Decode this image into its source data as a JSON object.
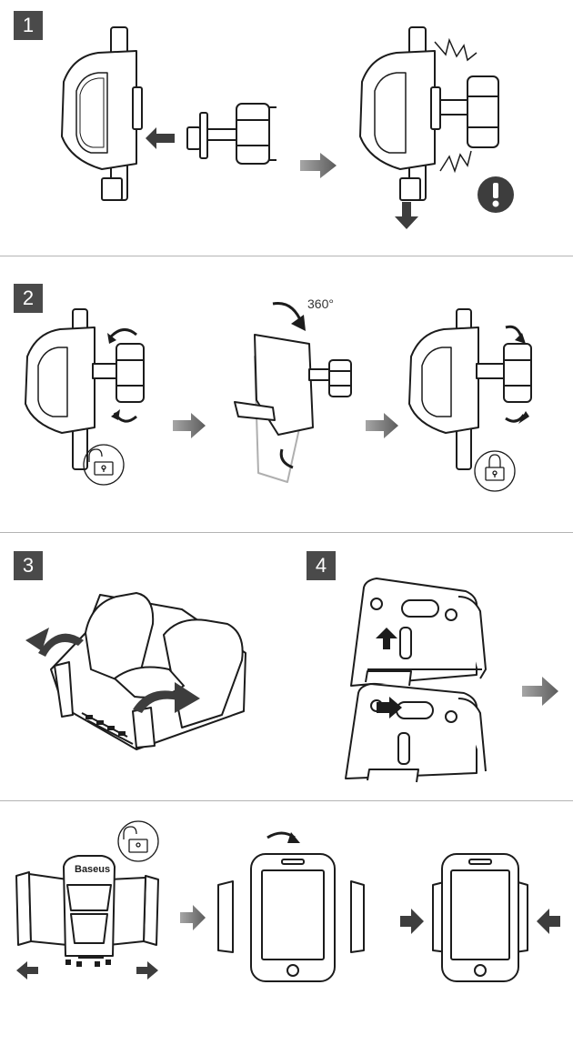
{
  "steps": {
    "s1": "1",
    "s2": "2",
    "s3": "3",
    "s4": "4"
  },
  "rotation_label": "360°",
  "brand_label": "Baseus",
  "warning_symbol": "!",
  "colors": {
    "ink": "#1c1c1c",
    "badge": "#4a4a4a",
    "arrow_dark": "#3d3d3d",
    "arrow_gradient_start": "#9a9a9a",
    "arrow_gradient_end": "#5a5a5a",
    "divider": "#b4b4b4"
  },
  "icons": [
    "left-arrow-icon",
    "right-arrow-icon",
    "down-arrow-icon",
    "warning-icon",
    "unlock-icon",
    "lock-icon",
    "rotate-arrow-icon",
    "up-arrow-icon"
  ]
}
